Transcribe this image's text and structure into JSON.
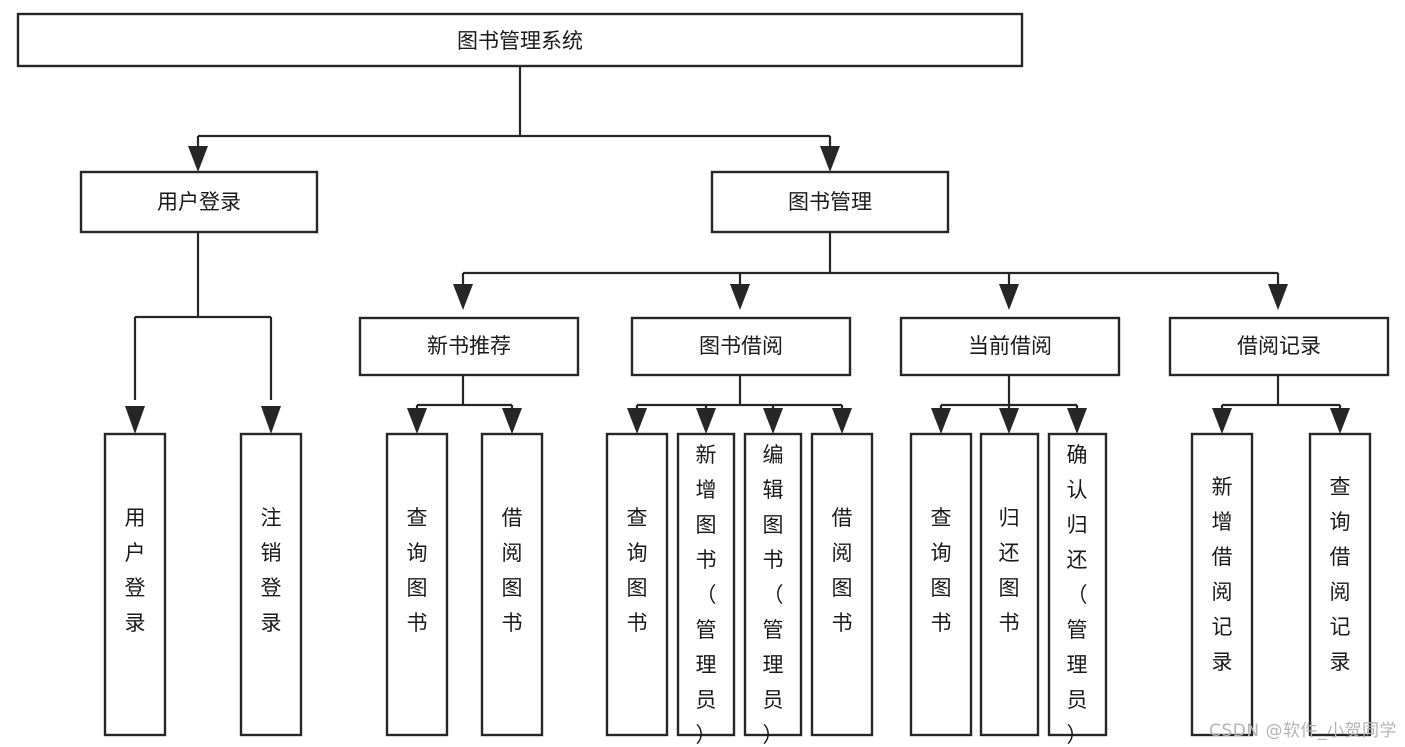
{
  "diagram": {
    "title": "图书管理系统",
    "type": "tree",
    "orientation": "top-down",
    "colors": {
      "stroke": "#262626",
      "box_fill": "#ffffff",
      "text": "#1a1a1a",
      "background": "#ffffff",
      "watermark": "#b4b4b4"
    }
  },
  "watermark": {
    "text": "CSDN @软件_小贺同学"
  },
  "nodes": {
    "root": {
      "label": "图书管理系统"
    },
    "level2": [
      {
        "id": "user-login",
        "label": "用户登录"
      },
      {
        "id": "book-management",
        "label": "图书管理"
      }
    ],
    "level3": [
      {
        "id": "new-book-recommend",
        "label": "新书推荐"
      },
      {
        "id": "book-borrow",
        "label": "图书借阅"
      },
      {
        "id": "current-borrow",
        "label": "当前借阅"
      },
      {
        "id": "borrow-record",
        "label": "借阅记录"
      }
    ],
    "leaves": {
      "user_login": [
        {
          "id": "leaf-user-login",
          "label": "用户登录"
        },
        {
          "id": "leaf-logout-login",
          "label": "注销登录"
        }
      ],
      "new_book_recommend": [
        {
          "id": "leaf-query-book-1",
          "label": "查询图书"
        },
        {
          "id": "leaf-borrow-book-1",
          "label": "借阅图书"
        }
      ],
      "book_borrow": [
        {
          "id": "leaf-query-book-2",
          "label": "查询图书"
        },
        {
          "id": "leaf-add-book",
          "label": "新增图书（管理员）"
        },
        {
          "id": "leaf-edit-book",
          "label": "编辑图书（管理员）"
        },
        {
          "id": "leaf-borrow-book-2",
          "label": "借阅图书"
        }
      ],
      "current_borrow": [
        {
          "id": "leaf-query-book-3",
          "label": "查询图书"
        },
        {
          "id": "leaf-return-book",
          "label": "归还图书"
        },
        {
          "id": "leaf-confirm-return",
          "label": "确认归还（管理员）"
        }
      ],
      "borrow_record": [
        {
          "id": "leaf-add-record",
          "label": "新增借阅记录"
        },
        {
          "id": "leaf-query-record",
          "label": "查询借阅记录"
        }
      ]
    }
  },
  "chart_data": {
    "type": "tree",
    "title": "图书管理系统",
    "edges": [
      {
        "from": "图书管理系统",
        "to": "用户登录"
      },
      {
        "from": "图书管理系统",
        "to": "图书管理"
      },
      {
        "from": "用户登录",
        "to": "用户登录"
      },
      {
        "from": "用户登录",
        "to": "注销登录"
      },
      {
        "from": "图书管理",
        "to": "新书推荐"
      },
      {
        "from": "图书管理",
        "to": "图书借阅"
      },
      {
        "from": "图书管理",
        "to": "当前借阅"
      },
      {
        "from": "图书管理",
        "to": "借阅记录"
      },
      {
        "from": "新书推荐",
        "to": "查询图书"
      },
      {
        "from": "新书推荐",
        "to": "借阅图书"
      },
      {
        "from": "图书借阅",
        "to": "查询图书"
      },
      {
        "from": "图书借阅",
        "to": "新增图书（管理员）"
      },
      {
        "from": "图书借阅",
        "to": "编辑图书（管理员）"
      },
      {
        "from": "图书借阅",
        "to": "借阅图书"
      },
      {
        "from": "当前借阅",
        "to": "查询图书"
      },
      {
        "from": "当前借阅",
        "to": "归还图书"
      },
      {
        "from": "当前借阅",
        "to": "确认归还（管理员）"
      },
      {
        "from": "借阅记录",
        "to": "新增借阅记录"
      },
      {
        "from": "借阅记录",
        "to": "查询借阅记录"
      }
    ]
  }
}
